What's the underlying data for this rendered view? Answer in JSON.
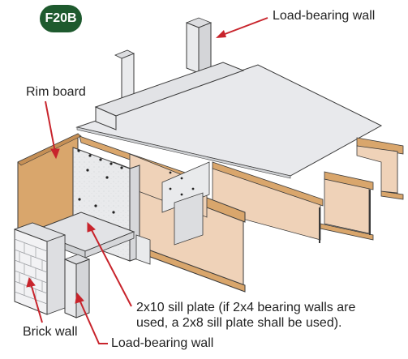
{
  "badge": "F20B",
  "labels": {
    "load_bearing_wall_top": "Load-bearing wall",
    "rim_board": "Rim board",
    "sill_plate_line1": "2x10 sill plate (if 2x4 bearing walls are",
    "sill_plate_line2": "used, a 2x8 sill plate shall be used).",
    "brick_wall": "Brick wall",
    "load_bearing_wall_bottom": "Load-bearing wall"
  },
  "colors": {
    "badge": "#1e5a2e",
    "leader": "#c8242c",
    "wood_face": "#efd2b8",
    "wood_top": "#d9a66c",
    "concrete": "#e9eaec",
    "outline": "#3a3a3a"
  }
}
